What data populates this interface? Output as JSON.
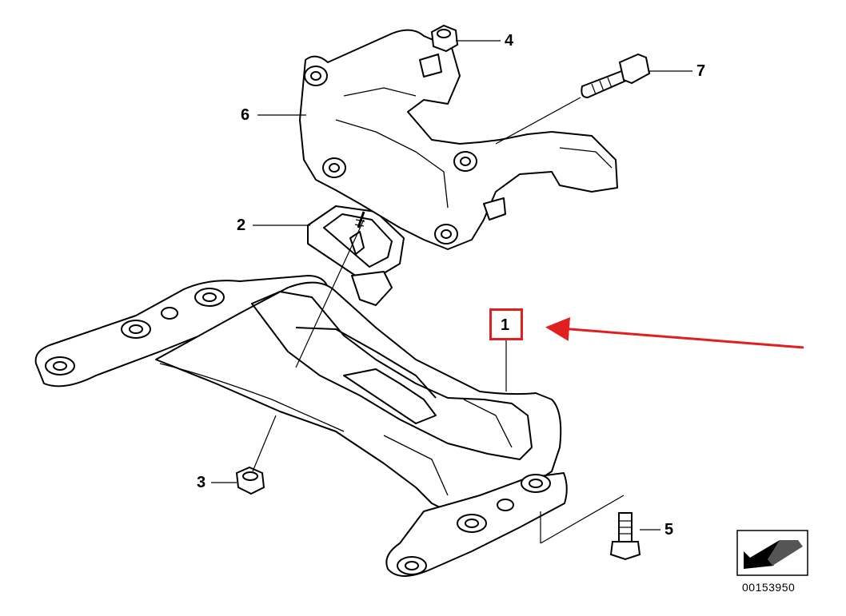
{
  "callouts": {
    "part_1": "1",
    "part_2": "2",
    "part_3": "3",
    "part_4": "4",
    "part_5": "5",
    "part_6": "6",
    "part_7": "7"
  },
  "document_number": "00153950",
  "colors": {
    "line": "#000000",
    "highlight": "#e02020",
    "arrow": "#e02020",
    "background": "#ffffff"
  },
  "icons": {
    "orientation": "direction-arrow-icon",
    "pointer": "red-arrow-icon"
  }
}
